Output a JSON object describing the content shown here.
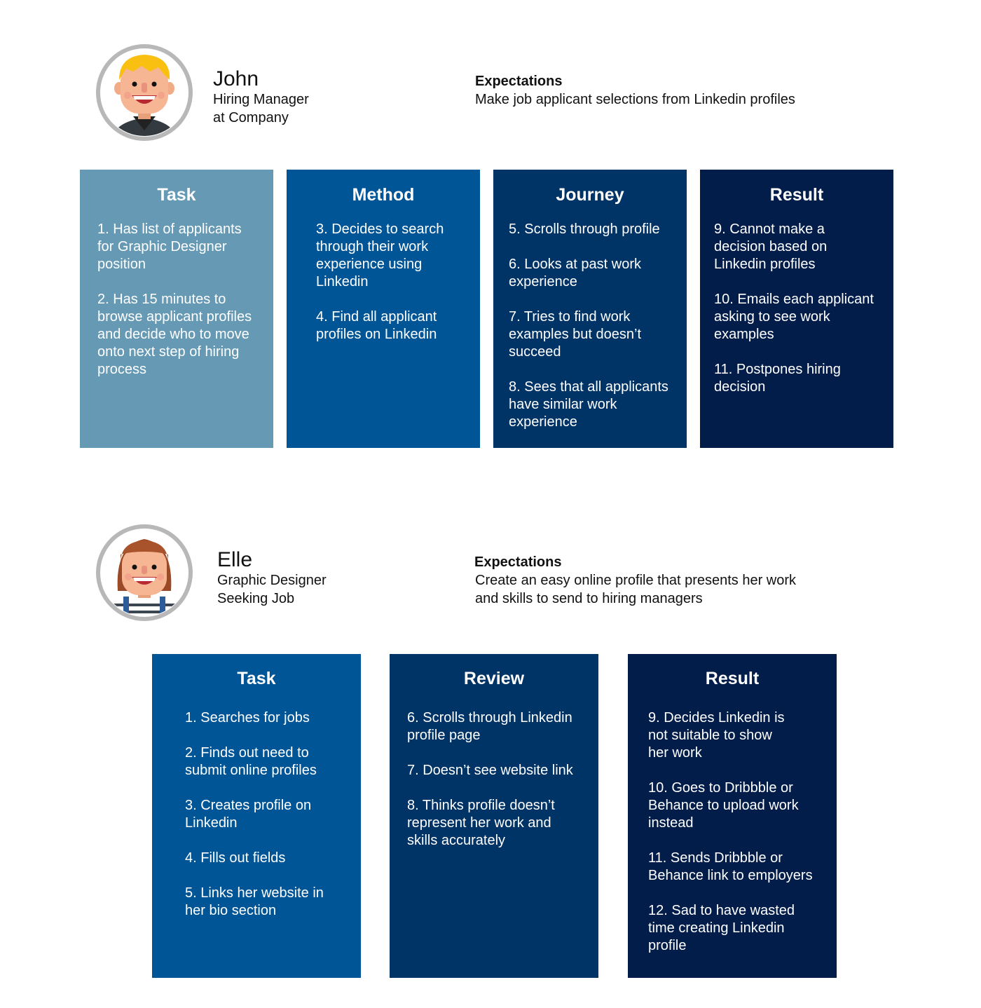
{
  "personas": [
    {
      "name": "John",
      "role_lines": [
        "Hiring Manager",
        "at Company"
      ],
      "expectations_title": "Expectations",
      "expectations_lines": [
        "Make job applicant selections from Linkedin profiles"
      ],
      "columns": [
        {
          "title": "Task",
          "color": "#6699b4",
          "items": [
            [
              "1. Has list of applicants",
              "for Graphic Designer",
              "position"
            ],
            [
              "2. Has 15 minutes to",
              "browse applicant profiles",
              "and decide who to move",
              "onto next step of hiring",
              "process"
            ]
          ]
        },
        {
          "title": "Method",
          "color": "#005596",
          "items": [
            [
              "3. Decides to search",
              "through their work",
              "experience using",
              "Linkedin"
            ],
            [
              "4. Find all applicant",
              "profiles on Linkedin"
            ]
          ]
        },
        {
          "title": "Journey",
          "color": "#003366",
          "items": [
            [
              "5. Scrolls through profile"
            ],
            [
              "6. Looks at past work",
              "experience"
            ],
            [
              "7. Tries to find work",
              "examples but doesn’t",
              "succeed"
            ],
            [
              "8. Sees that all applicants",
              "have similar work",
              "experience"
            ]
          ]
        },
        {
          "title": "Result",
          "color": "#021d4a",
          "items": [
            [
              "9. Cannot make a",
              "decision based on",
              "Linkedin profiles"
            ],
            [
              "10. Emails each applicant",
              "asking to see work",
              "examples"
            ],
            [
              "11. Postpones hiring",
              "decision"
            ]
          ]
        }
      ]
    },
    {
      "name": "Elle",
      "role_lines": [
        "Graphic Designer",
        "Seeking Job"
      ],
      "expectations_title": "Expectations",
      "expectations_lines": [
        "Create an easy online profile that presents her work",
        "and skills to send to hiring managers"
      ],
      "columns": [
        {
          "title": "Task",
          "color": "#005596",
          "items": [
            [
              "1. Searches for jobs"
            ],
            [
              "2. Finds out need to",
              "submit online profiles"
            ],
            [
              "3. Creates profile on",
              "Linkedin"
            ],
            [
              "4. Fills out fields"
            ],
            [
              "5. Links her website in",
              "her bio section"
            ]
          ]
        },
        {
          "title": "Review",
          "color": "#003366",
          "items": [
            [
              "6. Scrolls through Linkedin",
              "profile page"
            ],
            [
              "7. Doesn’t see website link"
            ],
            [
              "8. Thinks profile doesn’t",
              "represent her work and",
              "skills accurately"
            ]
          ]
        },
        {
          "title": "Result",
          "color": "#021d4a",
          "items": [
            [
              "9. Decides Linkedin is",
              "not suitable to show",
              "her work"
            ],
            [
              "10. Goes to Dribbble or",
              "Behance to upload work",
              "instead"
            ],
            [
              "11. Sends Dribbble or",
              "Behance link to employers"
            ],
            [
              "12. Sad to have wasted",
              "time creating Linkedin",
              "profile"
            ]
          ]
        }
      ]
    }
  ]
}
